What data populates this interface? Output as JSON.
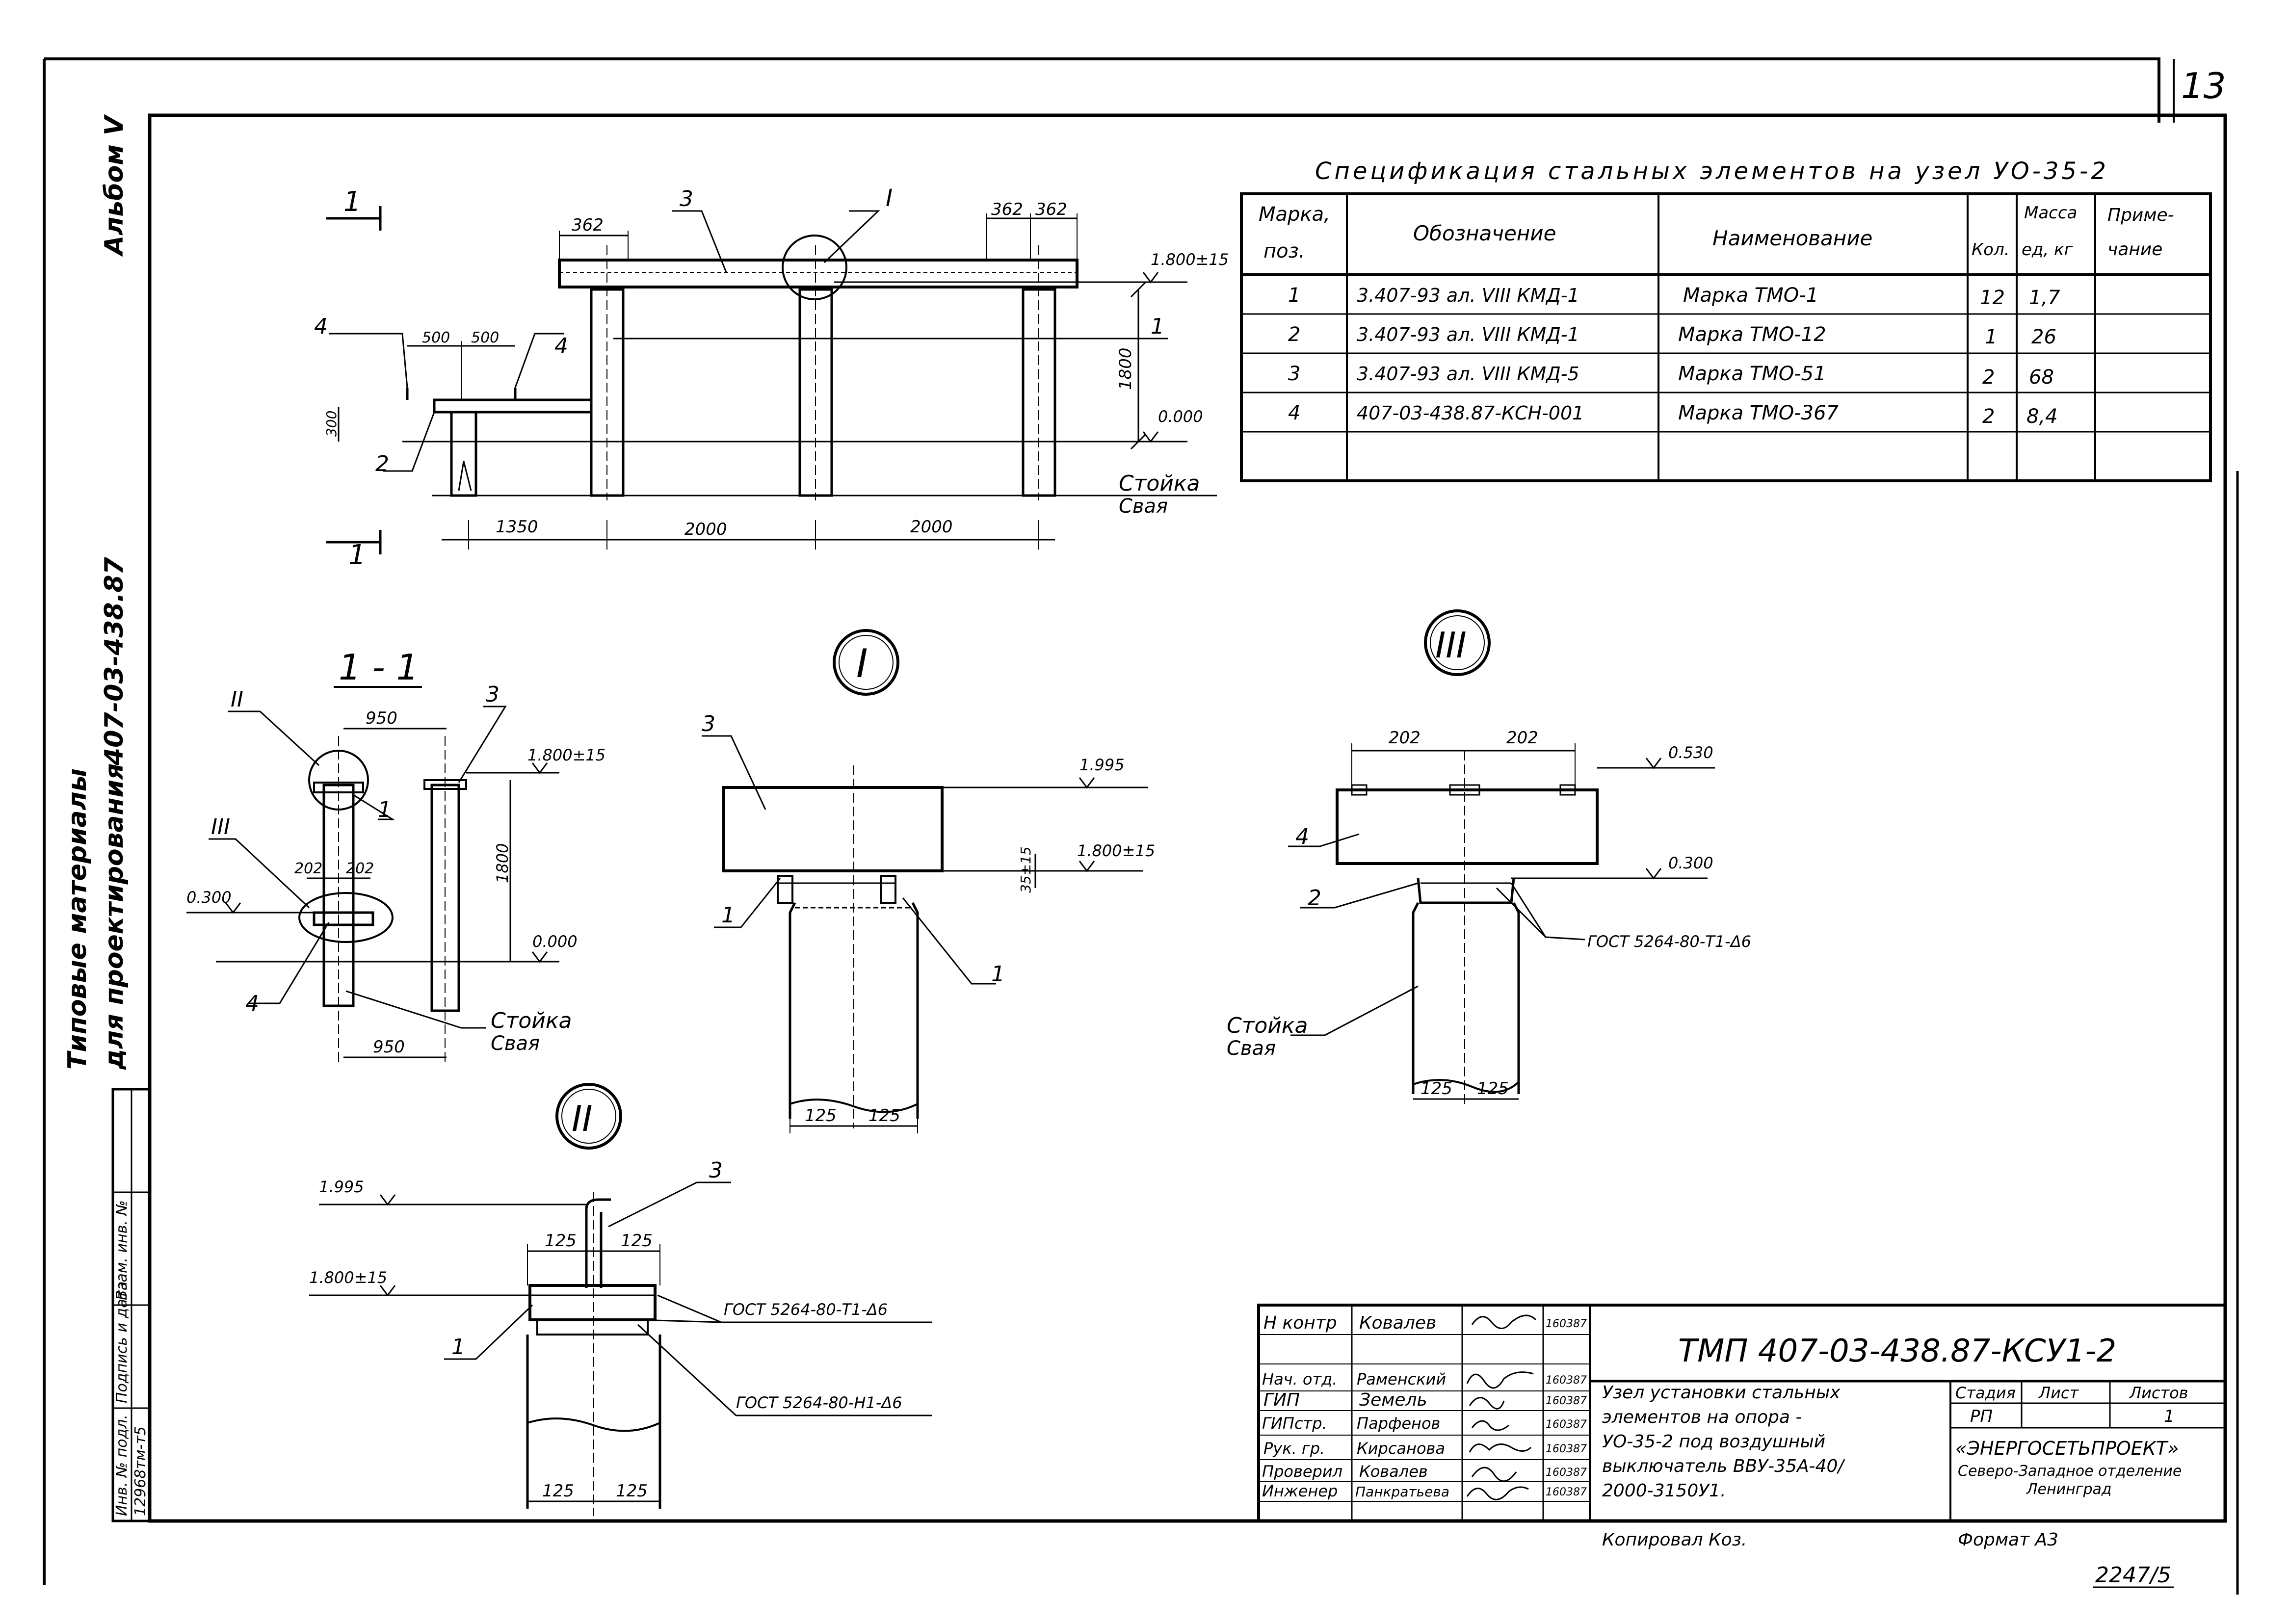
{
  "sheet": {
    "page_number": "13",
    "bottom_number": "2247/5",
    "copied_by": "Копировал Коз.",
    "format": "Формат А3"
  },
  "side": {
    "album": "Альбом V",
    "series": "407-03-438.87",
    "materials_line1": "Типовые материалы",
    "materials_line2": "для проектирования",
    "stamp_labels": [
      "Инв. № подл.",
      "Подпись и дата",
      "Взам. инв. №"
    ],
    "inv_number": "12968тм-т5"
  },
  "spec": {
    "title": "Спецификация стальных элементов на узел УО-35-2",
    "headers": {
      "mark_line1": "Марка,",
      "mark_line2": "поз.",
      "designation": "Обозначение",
      "name": "Наименование",
      "qty": "Кол.",
      "mass_line1": "Масса",
      "mass_line2": "ед, кг",
      "note_line1": "Приме-",
      "note_line2": "чание"
    },
    "rows": [
      {
        "pos": "1",
        "designation": "3.407-93 ал. VIII КМД-1",
        "name": "Марка ТМО-1",
        "qty": "12",
        "mass": "1,7",
        "note": ""
      },
      {
        "pos": "2",
        "designation": "3.407-93 ал. VIII КМД-1",
        "name": "Марка ТМО-12",
        "qty": "1",
        "mass": "26",
        "note": ""
      },
      {
        "pos": "3",
        "designation": "3.407-93 ал. VIII КМД-5",
        "name": "Марка ТМО-51",
        "qty": "2",
        "mass": "68",
        "note": ""
      },
      {
        "pos": "4",
        "designation": "407-03-438.87-КСН-001",
        "name": "Марка ТМО-367",
        "qty": "2",
        "mass": "8,4",
        "note": ""
      }
    ]
  },
  "drawing": {
    "elev_1800": "1.800±15",
    "elev_0": "0.000",
    "elev_1995": "1.995",
    "elev_0530": "0.530",
    "elev_0300": "0.300",
    "dim_362": "362",
    "dim_500": "500",
    "dim_300": "300",
    "dim_1800": "1800",
    "dim_1350": "1350",
    "dim_2000": "2000",
    "dim_950": "950",
    "dim_202": "202",
    "dim_125": "125",
    "dim_35": "35±15",
    "stoyka": "Стойка",
    "svaya": "Свая",
    "section_mark": "1",
    "section_title": "1 - 1",
    "callout_I": "I",
    "callout_II": "II",
    "callout_III": "III",
    "pos1": "1",
    "pos2": "2",
    "pos3": "3",
    "pos4": "4",
    "gost_t1": "ГОСТ 5264-80-Т1-Δ6",
    "gost_n1": "ГОСТ 5264-80-Н1-Δ6"
  },
  "title_block": {
    "code": "ТМП 407-03-438.87-КСУ1-2",
    "people": [
      {
        "role": "Н контр",
        "name": "Ковалев",
        "date": "160387"
      },
      {
        "role": "Нач. отд.",
        "name": "Раменский",
        "date": "160387"
      },
      {
        "role": "ГИП",
        "name": "Земель",
        "date": "160387"
      },
      {
        "role": "ГИПстр.",
        "name": "Парфенов",
        "date": "160387"
      },
      {
        "role": "Рук. гр.",
        "name": "Кирсанова",
        "date": "160387"
      },
      {
        "role": "Проверил",
        "name": "Ковалев",
        "date": "160387"
      },
      {
        "role": "Инженер",
        "name": "Панкратьева",
        "date": "160387"
      }
    ],
    "description": [
      "Узел установки стальных",
      "элементов на опора -",
      "УО-35-2 под воздушный",
      "выключатель ВВУ-35А-40/",
      "2000-3150У1."
    ],
    "stage_label": "Стадия",
    "sheet_label": "Лист",
    "sheets_label": "Листов",
    "stage": "РП",
    "sheet": "",
    "sheets": "1",
    "org_line1": "«ЭНЕРГОСЕТЬПРОЕКТ»",
    "org_line2": "Северо-Западное отделение",
    "org_line3": "Ленинград"
  }
}
